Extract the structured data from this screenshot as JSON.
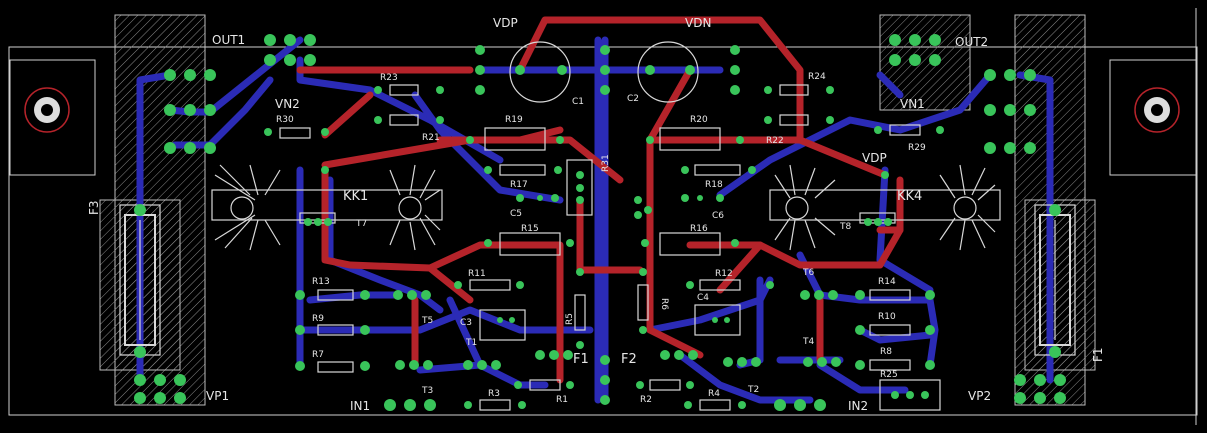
{
  "colors": {
    "background": "#000000",
    "top_trace": "#b5232a",
    "bottom_trace": "#2b2bb6",
    "pad": "#39c45a",
    "silkscreen": "#e6e6e6",
    "hatch": "#8a8a8a"
  },
  "labels": {
    "vdp": "VDP",
    "vdn": "VDN",
    "vdp_right": "VDP",
    "out1": "OUT1",
    "out2": "OUT2",
    "vn2": "VN2",
    "vn1": "VN1",
    "vp1": "VP1",
    "vp2": "VP2",
    "in1": "IN1",
    "in2": "IN2",
    "kk1": "KK1",
    "kk4": "KK4",
    "f1": "F1",
    "f2": "F2",
    "f3": "F3",
    "f1_right": "F1",
    "c1": "C1",
    "c2": "C2",
    "c3": "C3",
    "c4": "C4",
    "c5": "C5",
    "c6": "C6",
    "r1": "R1",
    "r2": "R2",
    "r3": "R3",
    "r4": "R4",
    "r5": "R5",
    "r6": "R6",
    "r7": "R7",
    "r8": "R8",
    "r9": "R9",
    "r10": "R10",
    "r11": "R11",
    "r12": "R12",
    "r13": "R13",
    "r14": "R14",
    "r15": "R15",
    "r16": "R16",
    "r17": "R17",
    "r18": "R18",
    "r19": "R19",
    "r20": "R20",
    "r21": "R21",
    "r22": "R22",
    "r23": "R23",
    "r24": "R24",
    "r25": "R25",
    "r29": "R29",
    "r30": "R30",
    "r31": "R31",
    "t1": "T1",
    "t2": "T2",
    "t3": "T3",
    "t4": "T4",
    "t5": "T5",
    "t6": "T6",
    "t7": "T7",
    "t8": "T8"
  }
}
